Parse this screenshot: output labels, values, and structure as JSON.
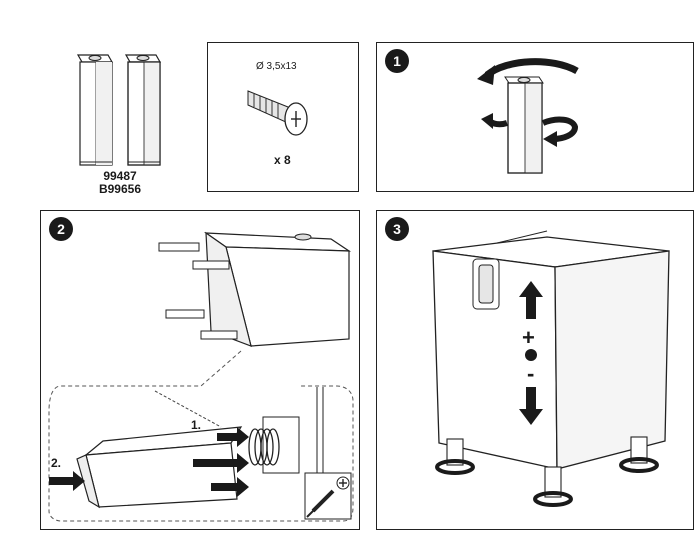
{
  "parts": {
    "part_numbers": [
      "99487",
      "B99656"
    ]
  },
  "screw": {
    "spec": "Ø 3,5x13",
    "quantity": "x 8"
  },
  "steps": [
    {
      "number": "1"
    },
    {
      "number": "2",
      "callouts": [
        "1.",
        "2."
      ]
    },
    {
      "number": "3"
    }
  ],
  "adjust": {
    "plus": "+",
    "minus": "-"
  }
}
